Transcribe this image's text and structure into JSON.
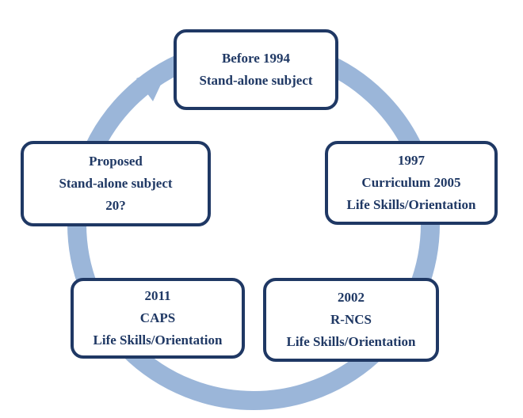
{
  "diagram": {
    "type": "cycle",
    "nodes": [
      {
        "lines": [
          "Before 1994",
          "Stand-alone subject"
        ]
      },
      {
        "lines": [
          "1997",
          "Curriculum 2005",
          "Life Skills/Orientation"
        ]
      },
      {
        "lines": [
          "2002",
          "R-NCS",
          "Life Skills/Orientation"
        ]
      },
      {
        "lines": [
          "2011",
          "CAPS",
          "Life Skills/Orientation"
        ]
      },
      {
        "lines": [
          "Proposed",
          "Stand-alone subject",
          "20?"
        ]
      }
    ]
  },
  "colors": {
    "arrow": "#9bb6d9",
    "border": "#1f3864",
    "text": "#1f3864",
    "box_fill": "#ffffff"
  }
}
